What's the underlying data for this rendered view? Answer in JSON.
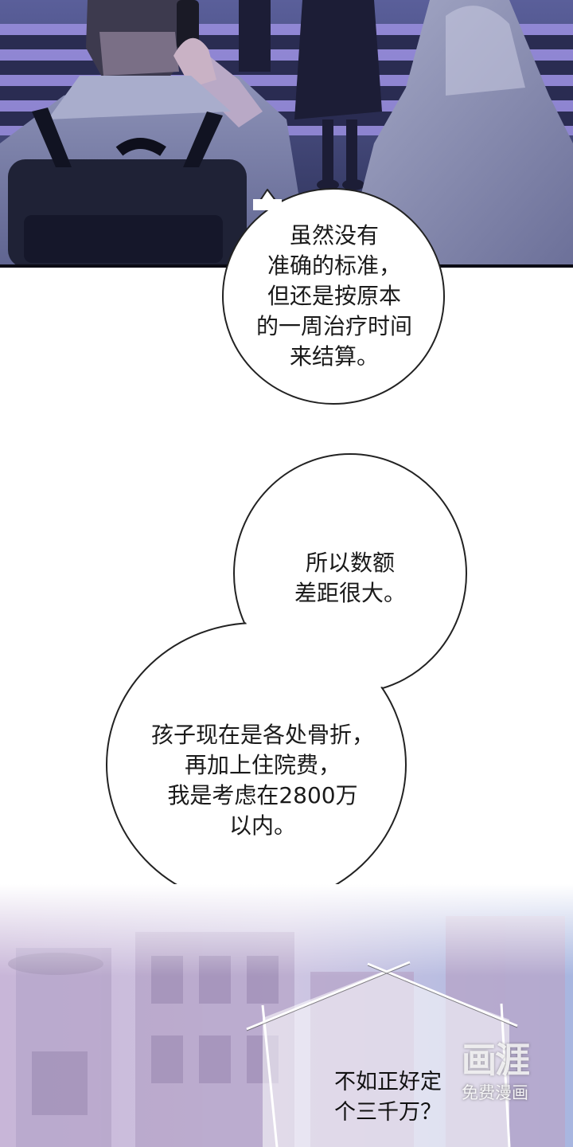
{
  "bubbles": {
    "first": "虽然没有\n准确的标准，\n但还是按原本\n的一周治疗时间\n来结算。",
    "second_top": "所以数额\n差距很大。",
    "second_bottom": "孩子现在是各处骨折，\n再加上住院费，\n我是考虑在2800万\n以内。"
  },
  "caption": {
    "text": "不如正好定\n个三千万？"
  },
  "watermark": {
    "logo": "画涯",
    "sub": "免费漫画"
  }
}
